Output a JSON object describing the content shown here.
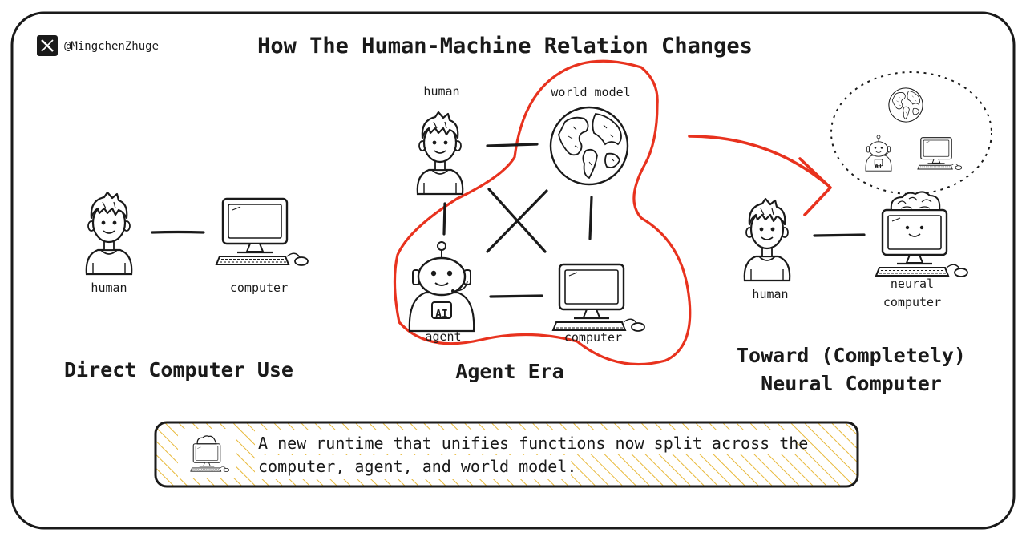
{
  "header": {
    "handle": "@MingchenZhuge",
    "title": "How The Human-Machine Relation Changes"
  },
  "panels": {
    "direct": {
      "title": "Direct Computer Use",
      "human_label": "human",
      "computer_label": "computer"
    },
    "agent_era": {
      "title": "Agent Era",
      "human_label": "human",
      "world_model_label": "world model",
      "agent_label": "agent",
      "agent_badge": "AI",
      "computer_label": "computer"
    },
    "neural": {
      "title_line1": "Toward (Completely)",
      "title_line2": "Neural Computer",
      "human_label": "human",
      "computer_label_line1": "neural",
      "computer_label_line2": "computer",
      "bubble_agent_badge": "AI"
    }
  },
  "footer": {
    "line1": "A new runtime that unifies functions now split across the",
    "line2": "computer, agent, and world model."
  },
  "colors": {
    "ink": "#1a1a1a",
    "accent_red": "#e8321e",
    "hatch_yellow": "#e8b93a",
    "skin": "#ffffff"
  },
  "icons": [
    "x-logo-icon",
    "human-icon",
    "computer-icon",
    "globe-icon",
    "robot-agent-icon",
    "neural-computer-icon"
  ]
}
